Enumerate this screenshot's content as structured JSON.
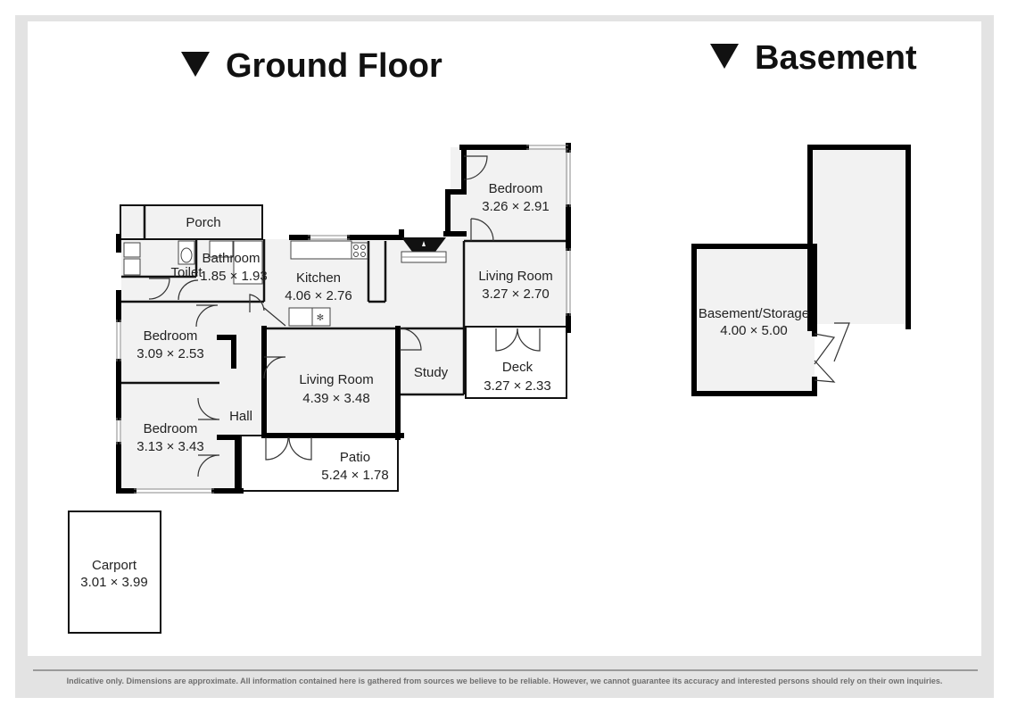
{
  "titles": {
    "ground": "Ground Floor",
    "basement": "Basement"
  },
  "rooms": {
    "porch": {
      "name": "Porch"
    },
    "bathroom": {
      "name": "Bathroom",
      "dims": "1.85 × 1.93"
    },
    "toilet": {
      "name": "Toilet"
    },
    "kitchen": {
      "name": "Kitchen",
      "dims": "4.06 × 2.76"
    },
    "bedroom_top": {
      "name": "Bedroom",
      "dims": "3.26 × 2.91"
    },
    "living_right": {
      "name": "Living Room",
      "dims": "3.27 × 2.70"
    },
    "bedroom_mid": {
      "name": "Bedroom",
      "dims": "3.09 × 2.53"
    },
    "living_main": {
      "name": "Living Room",
      "dims": "4.39 × 3.48"
    },
    "study": {
      "name": "Study"
    },
    "deck": {
      "name": "Deck",
      "dims": "3.27 × 2.33"
    },
    "hall": {
      "name": "Hall"
    },
    "bedroom_bottom": {
      "name": "Bedroom",
      "dims": "3.13 × 3.43"
    },
    "patio": {
      "name": "Patio",
      "dims": "5.24 × 1.78"
    },
    "carport": {
      "name": "Carport",
      "dims": "3.01 × 3.99"
    },
    "basement": {
      "name": "Basement/Storage",
      "dims": "4.00 × 5.00"
    }
  },
  "disclaimer": "Indicative only. Dimensions are approximate. All information contained here is gathered from sources we believe to be reliable. However, we cannot guarantee its accuracy and interested persons should rely on their own inquiries."
}
